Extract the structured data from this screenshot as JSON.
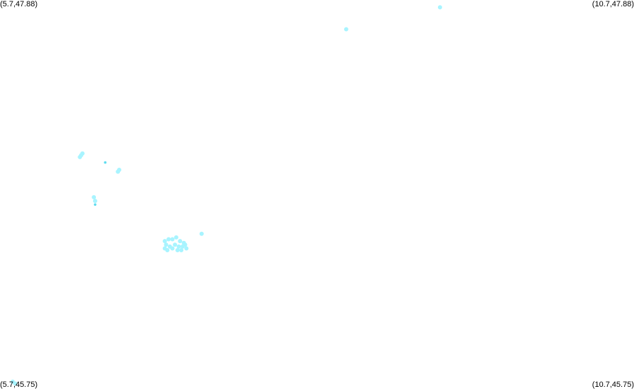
{
  "corners": {
    "top_left": "(5.7,47.88)",
    "top_right": "(10.7,47.88)",
    "bottom_left": "(5.7,45.75)",
    "bottom_right": "(10.7,45.75)"
  },
  "bounds": {
    "lon_min": 5.7,
    "lon_max": 10.7,
    "lat_min": 45.75,
    "lat_max": 47.88
  },
  "colors": {
    "point_fill": "#a8f4ff",
    "point_dark": "#5fdcef",
    "background": "#ffffff"
  },
  "chart_data": {
    "type": "scatter",
    "points": [
      {
        "lon": 9.17,
        "lat": 47.84,
        "tone": "light"
      },
      {
        "lon": 8.43,
        "lat": 47.72,
        "tone": "light"
      },
      {
        "lon": 6.34,
        "lat": 47.03,
        "tone": "light"
      },
      {
        "lon": 6.35,
        "lat": 47.04,
        "tone": "light"
      },
      {
        "lon": 6.33,
        "lat": 47.02,
        "tone": "light"
      },
      {
        "lon": 6.53,
        "lat": 46.99,
        "tone": "dark"
      },
      {
        "lon": 6.63,
        "lat": 46.94,
        "tone": "light"
      },
      {
        "lon": 6.64,
        "lat": 46.95,
        "tone": "light"
      },
      {
        "lon": 6.44,
        "lat": 46.8,
        "tone": "light"
      },
      {
        "lon": 6.45,
        "lat": 46.78,
        "tone": "light"
      },
      {
        "lon": 6.45,
        "lat": 46.76,
        "tone": "dark"
      },
      {
        "lon": 7.29,
        "lat": 46.6,
        "tone": "light"
      },
      {
        "lon": 7.0,
        "lat": 46.56,
        "tone": "light"
      },
      {
        "lon": 7.03,
        "lat": 46.57,
        "tone": "light"
      },
      {
        "lon": 7.06,
        "lat": 46.57,
        "tone": "light"
      },
      {
        "lon": 7.09,
        "lat": 46.58,
        "tone": "light"
      },
      {
        "lon": 7.12,
        "lat": 46.56,
        "tone": "light"
      },
      {
        "lon": 7.15,
        "lat": 46.55,
        "tone": "light"
      },
      {
        "lon": 7.01,
        "lat": 46.54,
        "tone": "light"
      },
      {
        "lon": 7.04,
        "lat": 46.53,
        "tone": "light"
      },
      {
        "lon": 7.08,
        "lat": 46.54,
        "tone": "light"
      },
      {
        "lon": 7.11,
        "lat": 46.53,
        "tone": "light"
      },
      {
        "lon": 7.14,
        "lat": 46.53,
        "tone": "light"
      },
      {
        "lon": 7.16,
        "lat": 46.54,
        "tone": "light"
      },
      {
        "lon": 7.0,
        "lat": 46.52,
        "tone": "light"
      },
      {
        "lon": 7.02,
        "lat": 46.51,
        "tone": "light"
      },
      {
        "lon": 7.06,
        "lat": 46.52,
        "tone": "light"
      },
      {
        "lon": 7.1,
        "lat": 46.51,
        "tone": "light"
      },
      {
        "lon": 7.13,
        "lat": 46.51,
        "tone": "light"
      },
      {
        "lon": 7.17,
        "lat": 46.52,
        "tone": "light"
      },
      {
        "lon": 5.8,
        "lat": 45.79,
        "tone": "light"
      },
      {
        "lon": 5.82,
        "lat": 45.78,
        "tone": "light"
      }
    ]
  }
}
